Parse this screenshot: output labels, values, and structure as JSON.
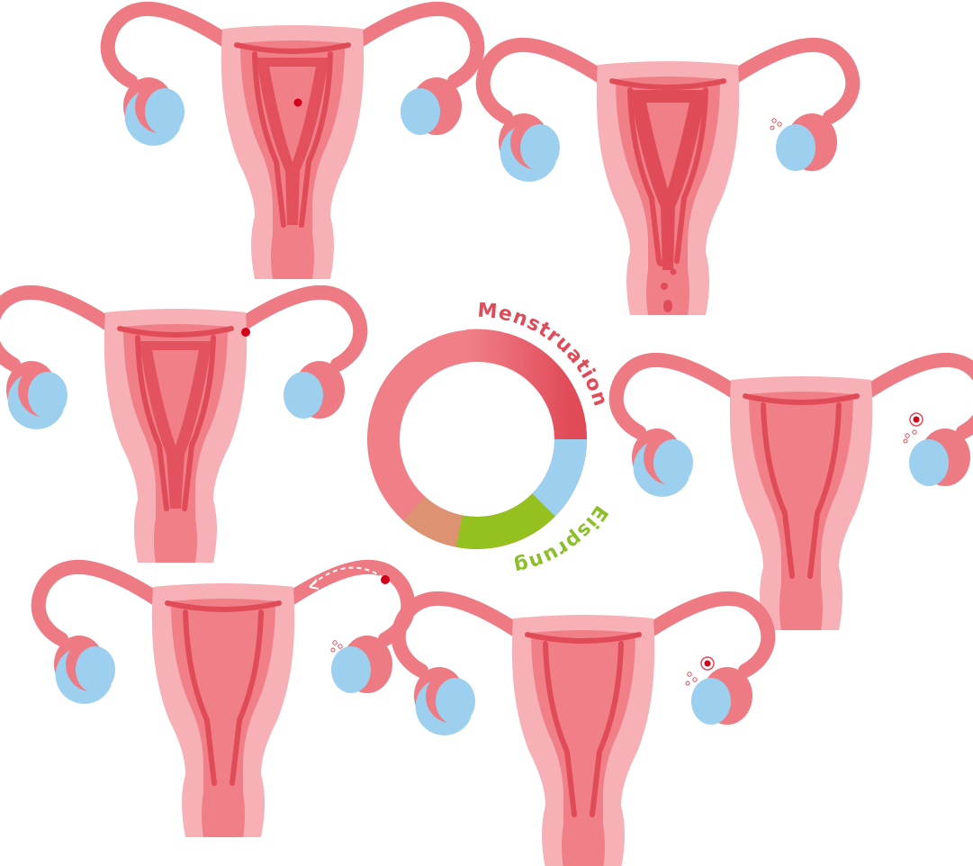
{
  "labels": {
    "menstruation": "Menstruation",
    "ovulation": "Eisprung"
  },
  "colors": {
    "background": "#ffffff",
    "uterus_outer": "#f6b0b6",
    "uterus_mid": "#f07f88",
    "tube": "#ee7b83",
    "lining": "#e04b58",
    "ovary_blue": "#9dcfee",
    "egg_red": "#d4001b",
    "menstruation_text": "#e04b58",
    "ovulation_text": "#8dbf2a",
    "ring_red": "#e04b58",
    "ring_blue": "#9dcfee",
    "ring_green": "#94c11f",
    "ring_pink": "#f07f88"
  },
  "stages": [
    {
      "name": "stage-1-bleeding-egg"
    },
    {
      "name": "stage-2-menstruation-shedding"
    },
    {
      "name": "stage-3-egg-in-tube"
    },
    {
      "name": "stage-4-egg-in-ovary"
    },
    {
      "name": "stage-5-egg-traveling"
    },
    {
      "name": "stage-6-ovulation"
    }
  ]
}
